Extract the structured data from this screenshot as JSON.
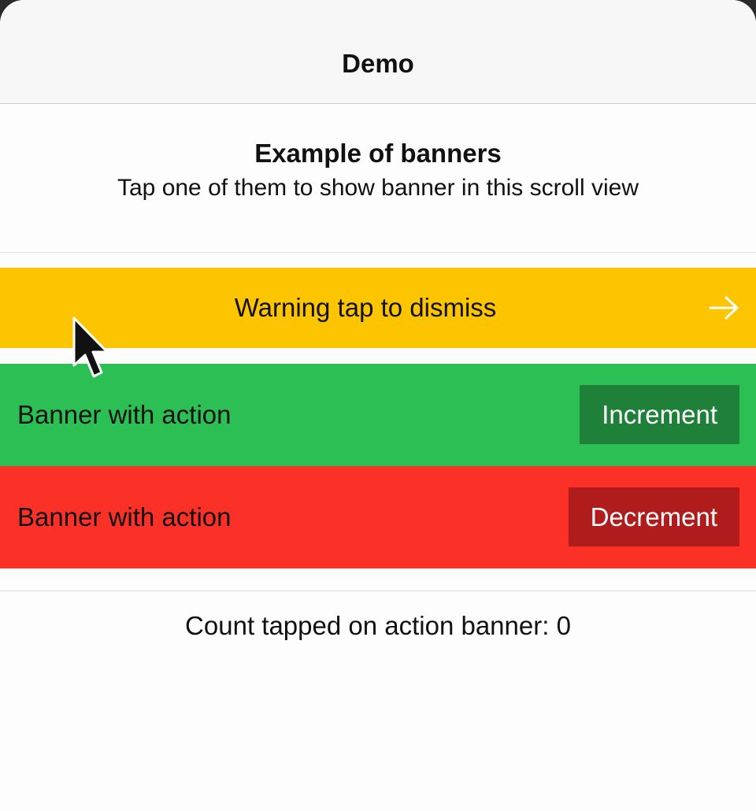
{
  "navbar": {
    "title": "Demo"
  },
  "header": {
    "title": "Example of banners",
    "subtitle": "Tap one of them to show banner in this scroll view"
  },
  "banners": {
    "warning": {
      "label": "Warning tap to dismiss",
      "icon": "arrow-right-icon",
      "color": "#fdc400"
    },
    "success": {
      "label": "Banner with action",
      "button_label": "Increment",
      "color": "#2cbf53",
      "button_color": "#1e8039"
    },
    "danger": {
      "label": "Banner with action",
      "button_label": "Decrement",
      "color": "#fb3128",
      "button_color": "#b01c1b"
    }
  },
  "counter": {
    "text": "Count tapped on action banner: 0"
  },
  "cursor": {
    "icon": "mouse-pointer-icon"
  }
}
